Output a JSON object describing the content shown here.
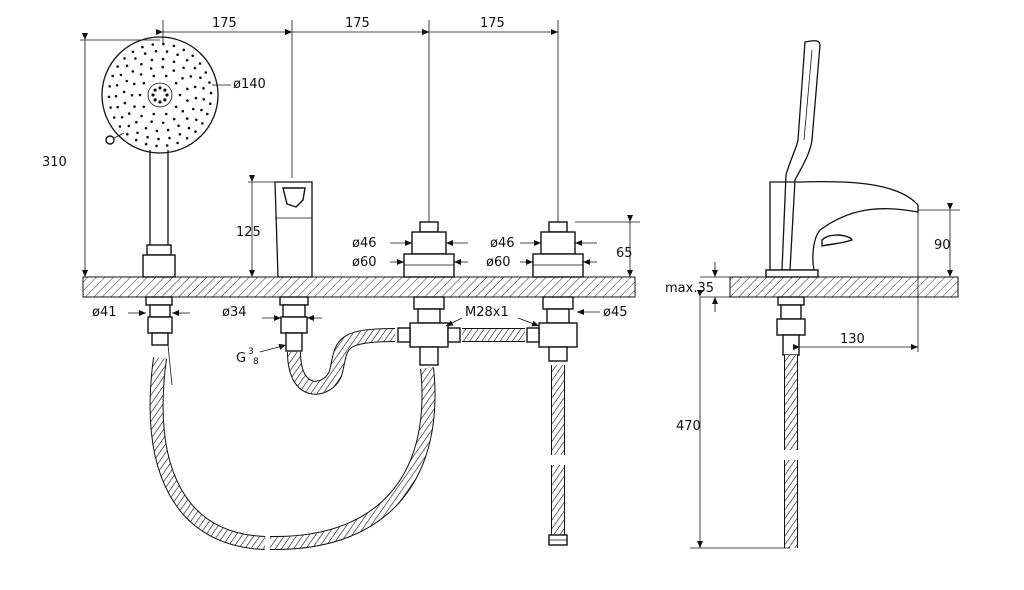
{
  "dimensions": {
    "top_spacing_1": "175",
    "top_spacing_2": "175",
    "top_spacing_3": "175",
    "shower_head_diameter": "ø140",
    "handshower_height": "310",
    "spout_height": "125",
    "valve_left_d1": "ø46",
    "valve_left_d2": "ø60",
    "valve_right_d1": "ø46",
    "valve_right_d2": "ø60",
    "valve_height": "65",
    "deck_thickness": "max.35",
    "spout_side_height": "90",
    "handshower_base_d": "ø41",
    "spout_base_d": "ø34",
    "thread_g": "G",
    "thread_fraction_num": "3",
    "thread_fraction_den": "8",
    "thread_m": "M28x1",
    "valve_base_d": "ø45",
    "spout_projection": "130",
    "hose_length": "470"
  },
  "colors": {
    "ink": "#111111",
    "background": "#ffffff"
  }
}
